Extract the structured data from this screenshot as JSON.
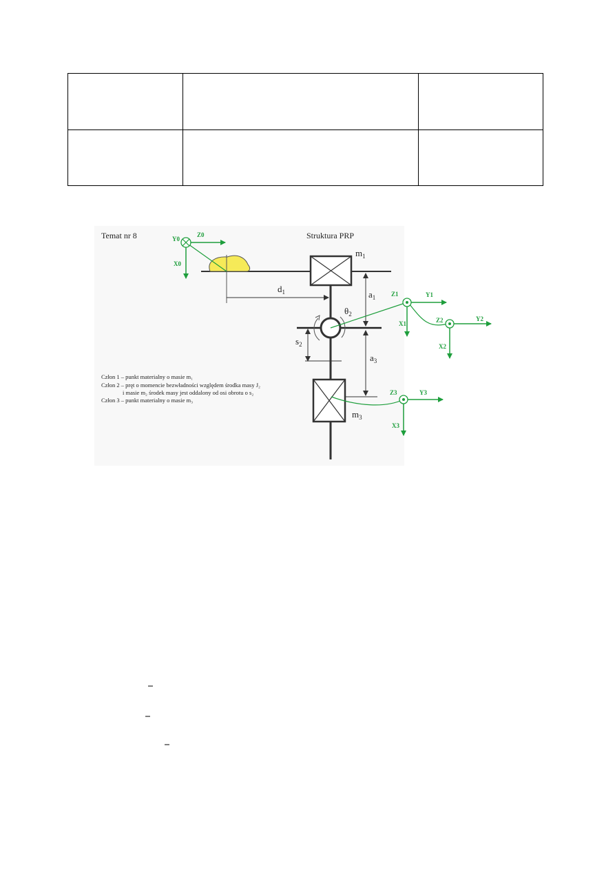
{
  "table": {
    "rows": [
      [
        "",
        "",
        ""
      ],
      [
        "",
        "",
        ""
      ]
    ]
  },
  "diagram": {
    "title": "Temat nr 8",
    "structure": "Struktura PRP",
    "frames": {
      "y0": "Y0",
      "z0": "Z0",
      "x0": "X0",
      "z1": "Z1",
      "y1": "Y1",
      "x1": "X1",
      "z2": "Z2",
      "y2": "Y2",
      "x2": "X2",
      "z3": "Z3",
      "y3": "Y3",
      "x3": "X3"
    },
    "dims": {
      "m1": "m",
      "m1_sub": "1",
      "d1": "d",
      "d1_sub": "1",
      "a1": "a",
      "a1_sub": "1",
      "theta2": "θ",
      "theta2_sub": "2",
      "s2": "s",
      "s2_sub": "2",
      "a3": "a",
      "a3_sub": "3",
      "m3": "m",
      "m3_sub": "3"
    },
    "legend": [
      "Człon 1 – punkt materialny o masie m₁",
      "Człon 2 – pręt o momencie bezwładności względem środka masy J₂",
      "i masie m₂ środek masy jest oddalony od osi obrotu o s₂",
      "Człon 3 – punkt materialny o masie m₃"
    ],
    "colors": {
      "frame": "#1e9e3c",
      "object": "#f6ea58",
      "ink": "#333333"
    }
  }
}
